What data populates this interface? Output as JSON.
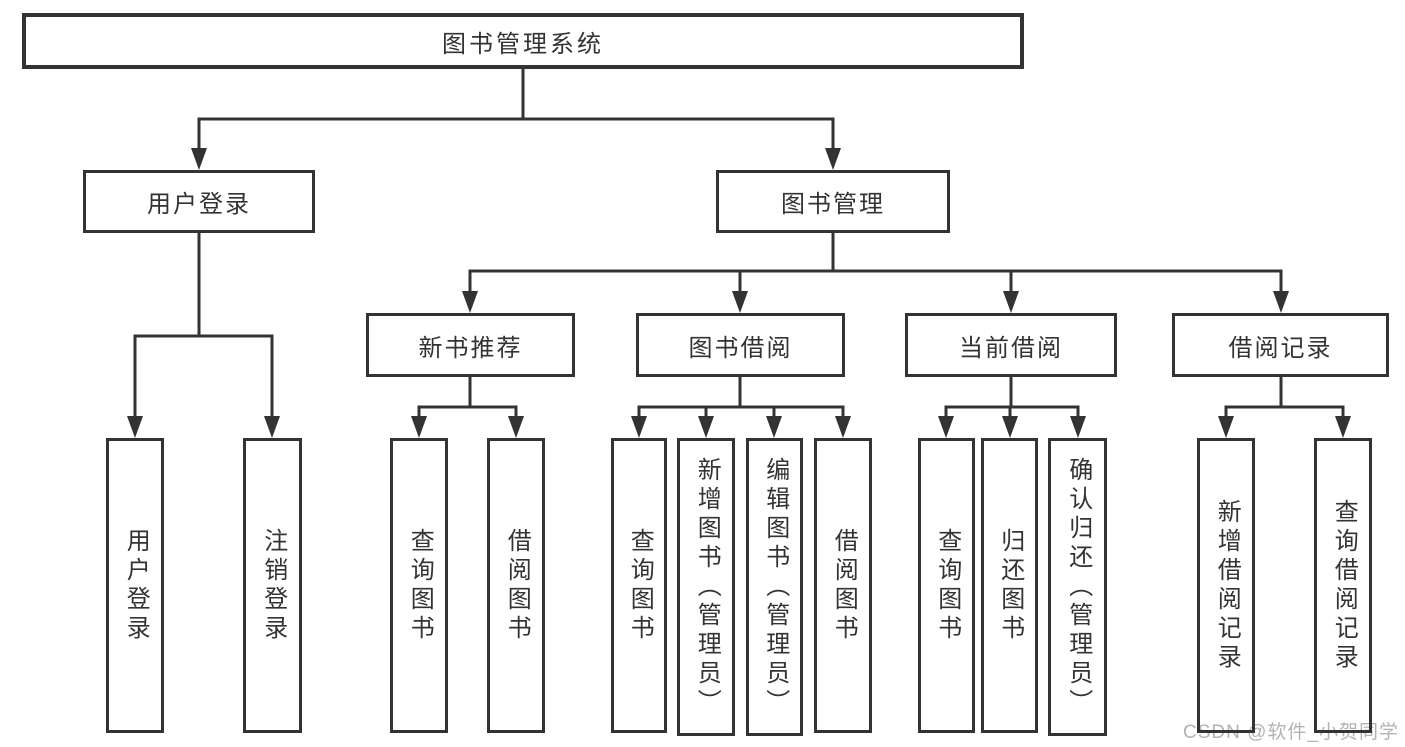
{
  "diagram": {
    "type": "hierarchy-tree",
    "root": {
      "label": "图书管理系统"
    },
    "branches": [
      {
        "label": "用户登录",
        "children": [
          {
            "label": "用户登录"
          },
          {
            "label": "注销登录"
          }
        ]
      },
      {
        "label": "图书管理",
        "children": [
          {
            "label": "新书推荐",
            "children": [
              {
                "label": "查询图书"
              },
              {
                "label": "借阅图书"
              }
            ]
          },
          {
            "label": "图书借阅",
            "children": [
              {
                "label": "查询图书"
              },
              {
                "label": "新增图书（管理员）"
              },
              {
                "label": "编辑图书（管理员）"
              },
              {
                "label": "借阅图书"
              }
            ]
          },
          {
            "label": "当前借阅",
            "children": [
              {
                "label": "查询图书"
              },
              {
                "label": "归还图书"
              },
              {
                "label": "确认归还（管理员）"
              }
            ]
          },
          {
            "label": "借阅记录",
            "children": [
              {
                "label": "新增借阅记录"
              },
              {
                "label": "查询借阅记录"
              }
            ]
          }
        ]
      }
    ]
  },
  "watermark": {
    "text": "CSDN @软件_小贺同学",
    "color": "#b3b3b3"
  },
  "colors": {
    "line": "#333333",
    "border": "#333333",
    "text": "#333333",
    "background": "#ffffff"
  }
}
